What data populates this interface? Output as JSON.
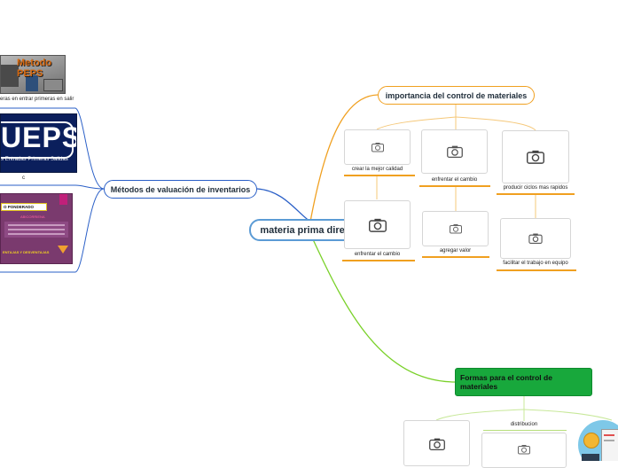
{
  "central": {
    "title": "materia prima directa"
  },
  "importancia": {
    "title": "importancia del control de materiales",
    "items": [
      {
        "label": "crear la mejor calidad"
      },
      {
        "label": "enfrentar el cambio"
      },
      {
        "label": "producir ciclos mas rapidos"
      },
      {
        "label": "enfrentar el cambio"
      },
      {
        "label": "agregar valor"
      },
      {
        "label": "facilitar el trabajo en equipo"
      }
    ]
  },
  "metodos": {
    "title": "Métodos de valuación de inventarios",
    "peps_image": {
      "text": "Metodo PEPS"
    },
    "peps_caption": "eras en entrar primeras en salir",
    "ueps_image": {
      "big": "UEPS",
      "sub": "s Entradas Primeras Salidas"
    },
    "ueps_caption": "c",
    "ponderado_image": {
      "title": "O PONDERADO",
      "subtitle": "ABICORRIENA",
      "footer": "ENTAJAS Y DESVENTAJAS"
    }
  },
  "formas": {
    "title": "Formas para el control de materiales",
    "items": [
      {
        "label": "distribucion"
      }
    ]
  },
  "colors": {
    "orange": "#f0a020",
    "blue": "#2a5fc7",
    "green": "#7ad12a",
    "green_fill": "#18a83c"
  }
}
